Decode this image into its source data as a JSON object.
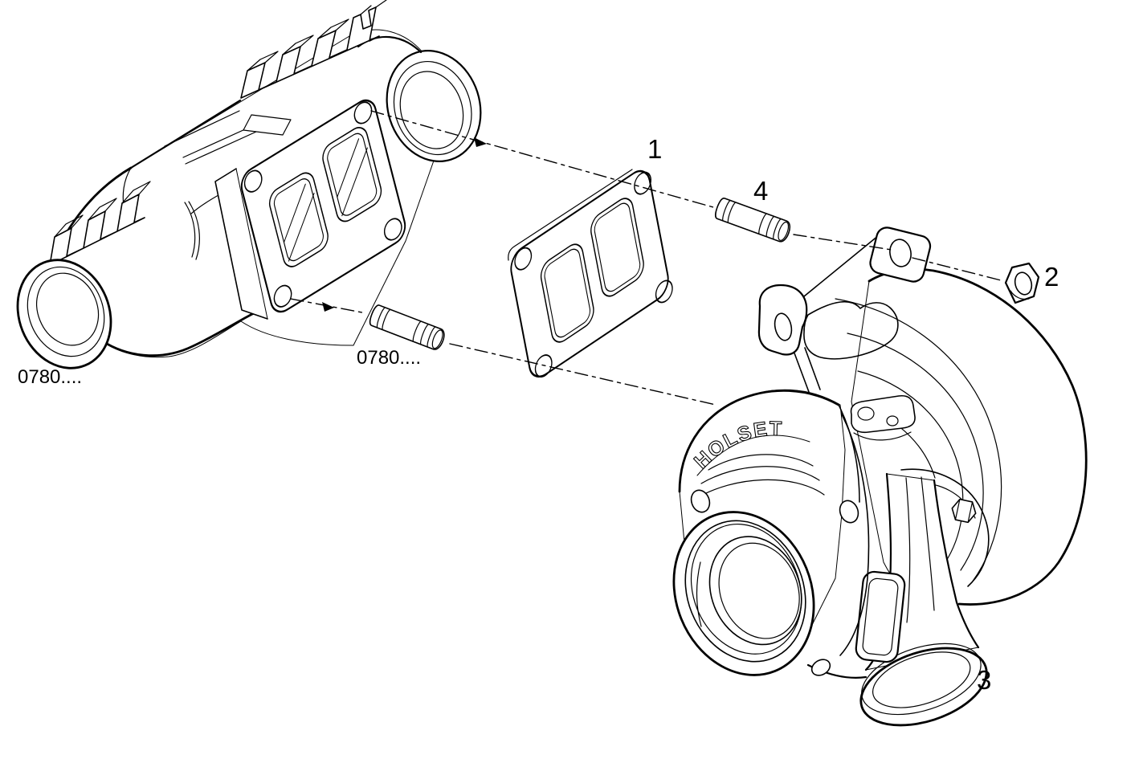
{
  "image": {
    "background": "#ffffff",
    "line_color": "#000000"
  },
  "callouts": {
    "gasket": "1",
    "nut": "2",
    "turbocharger": "3",
    "stud_upper": "4"
  },
  "part_refs": {
    "manifold": "0780....",
    "stud_lower": "0780...."
  },
  "branding": {
    "turbo_housing": "HOLSET"
  }
}
